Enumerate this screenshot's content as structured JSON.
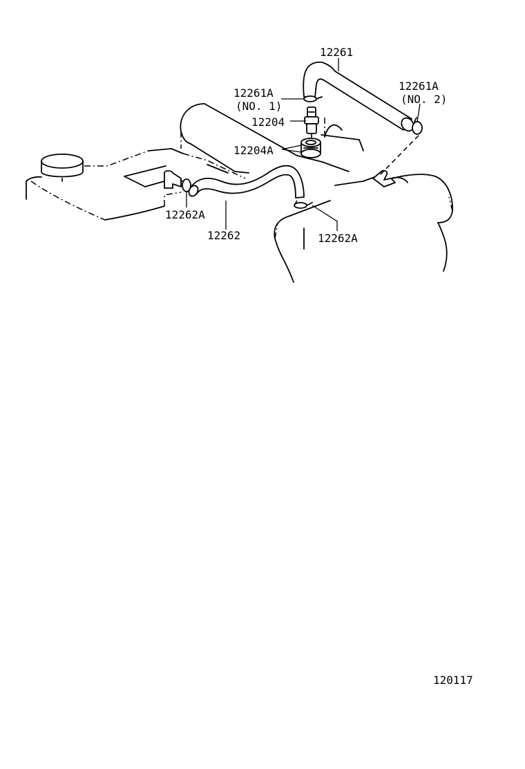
{
  "parts": {
    "p12261": "12261",
    "p12261a_no1": "12261A",
    "p12261a_no1_note": "(NO. 1)",
    "p12261a_no2": "12261A",
    "p12261a_no2_note": "(NO. 2)",
    "p12204": "12204",
    "p12204a": "12204A",
    "p12262": "12262",
    "p12262a_left": "12262A",
    "p12262a_right": "12262A"
  },
  "diagram_id": "120117"
}
